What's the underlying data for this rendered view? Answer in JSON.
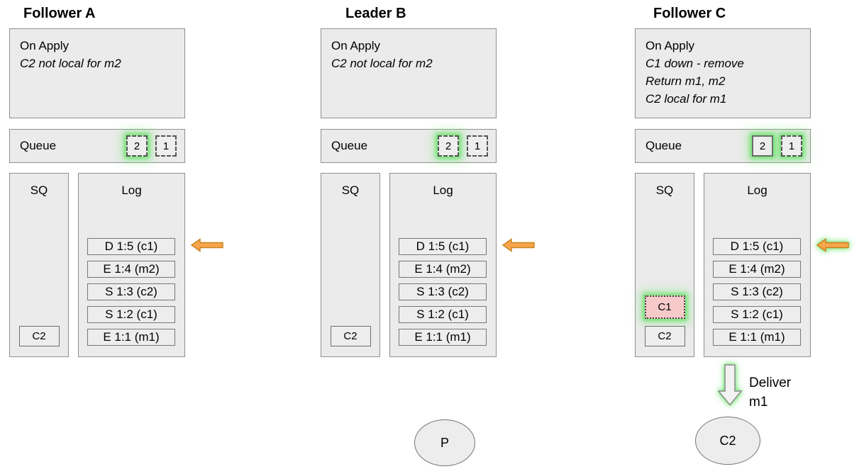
{
  "nodes": [
    {
      "title": "Follower A",
      "on_apply": {
        "label": "On Apply",
        "notes": [
          "C2 not local for m2"
        ]
      },
      "queue": {
        "label": "Queue",
        "items": [
          {
            "value": "2",
            "border": "dashed",
            "highlighted": true
          },
          {
            "value": "1",
            "border": "dashed",
            "highlighted": false
          }
        ]
      },
      "sq": {
        "label": "SQ",
        "items": [
          {
            "value": "C2",
            "style": "normal"
          }
        ]
      },
      "log": {
        "label": "Log",
        "entries": [
          "D 1:5 (c1)",
          "E 1:4 (m2)",
          "S 1:3 (c2)",
          "S 1:2 (c1)",
          "E 1:1 (m1)"
        ]
      },
      "pointer_arrow": {
        "direction": "left",
        "highlighted": false
      }
    },
    {
      "title": "Leader B",
      "on_apply": {
        "label": "On Apply",
        "notes": [
          "C2 not local for m2"
        ]
      },
      "queue": {
        "label": "Queue",
        "items": [
          {
            "value": "2",
            "border": "dashed",
            "highlighted": true
          },
          {
            "value": "1",
            "border": "dashed",
            "highlighted": false
          }
        ]
      },
      "sq": {
        "label": "SQ",
        "items": [
          {
            "value": "C2",
            "style": "normal"
          }
        ]
      },
      "log": {
        "label": "Log",
        "entries": [
          "D 1:5 (c1)",
          "E 1:4 (m2)",
          "S 1:3 (c2)",
          "S 1:2 (c1)",
          "E 1:1 (m1)"
        ]
      },
      "pointer_arrow": {
        "direction": "left",
        "highlighted": false
      }
    },
    {
      "title": "Follower C",
      "on_apply": {
        "label": "On Apply",
        "notes": [
          "C1 down - remove",
          "Return m1, m2",
          "C2 local for m1"
        ]
      },
      "queue": {
        "label": "Queue",
        "items": [
          {
            "value": "2",
            "border": "solid",
            "highlighted": true
          },
          {
            "value": "1",
            "border": "dashed",
            "highlighted": true
          }
        ]
      },
      "sq": {
        "label": "SQ",
        "items": [
          {
            "value": "C1",
            "style": "removed"
          },
          {
            "value": "C2",
            "style": "normal"
          }
        ]
      },
      "log": {
        "label": "Log",
        "entries": [
          "D 1:5 (c1)",
          "E 1:4 (m2)",
          "S 1:3 (c2)",
          "S 1:2 (c1)",
          "E 1:1 (m1)"
        ]
      },
      "pointer_arrow": {
        "direction": "left",
        "highlighted": true
      }
    }
  ],
  "deliver": {
    "line1": "Deliver",
    "line2": "m1"
  },
  "actors": {
    "process": "P",
    "consumer": "C2"
  },
  "colors": {
    "box_fill": "#ebebeb",
    "box_border": "#8f8f8f",
    "pointer_arrow_fill": "#f8a64b",
    "pointer_arrow_stroke": "#c8821f",
    "highlight_glow": "#64e264",
    "removed_fill": "#f7caca",
    "deliver_arrow_fill": "#f2f2f2"
  }
}
